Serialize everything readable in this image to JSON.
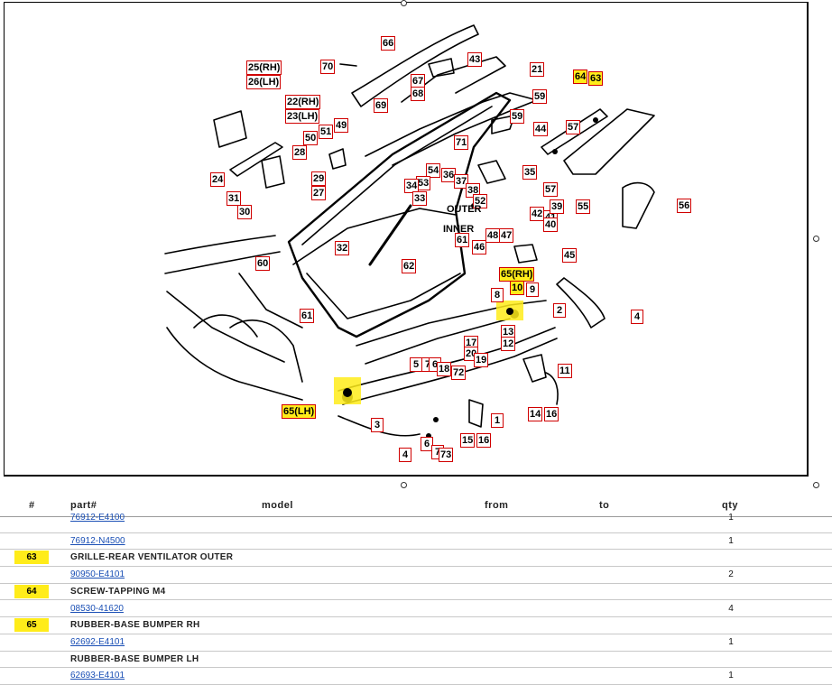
{
  "diagram": {
    "callouts": [
      {
        "t": "66"
      },
      {
        "t": "70"
      },
      {
        "t": "43"
      },
      {
        "t": "21"
      },
      {
        "t": "67"
      },
      {
        "t": "68"
      },
      {
        "t": "69"
      },
      {
        "t": "25(RH)"
      },
      {
        "t": "26(LH)"
      },
      {
        "t": "22(RH)"
      },
      {
        "t": "23(LH)"
      },
      {
        "t": "51"
      },
      {
        "t": "49"
      },
      {
        "t": "50"
      },
      {
        "t": "59"
      },
      {
        "t": "59"
      },
      {
        "t": "44"
      },
      {
        "t": "71"
      },
      {
        "t": "28"
      },
      {
        "t": "29"
      },
      {
        "t": "24"
      },
      {
        "t": "27"
      },
      {
        "t": "31"
      },
      {
        "t": "30"
      },
      {
        "t": "54"
      },
      {
        "t": "53"
      },
      {
        "t": "34"
      },
      {
        "t": "33"
      },
      {
        "t": "36"
      },
      {
        "t": "37"
      },
      {
        "t": "38"
      },
      {
        "t": "35"
      },
      {
        "t": "52"
      },
      {
        "t": "OUTER"
      },
      {
        "t": "42"
      },
      {
        "t": "41"
      },
      {
        "t": "40"
      },
      {
        "t": "39"
      },
      {
        "t": "57"
      },
      {
        "t": "57"
      },
      {
        "t": "55"
      },
      {
        "t": "56"
      },
      {
        "t": "64",
        "hl": true
      },
      {
        "t": "63",
        "hl": true
      },
      {
        "t": "INNER"
      },
      {
        "t": "61"
      },
      {
        "t": "48"
      },
      {
        "t": "47"
      },
      {
        "t": "46"
      },
      {
        "t": "45"
      },
      {
        "t": "32"
      },
      {
        "t": "62"
      },
      {
        "t": "60"
      },
      {
        "t": "65(RH)",
        "hl": true
      },
      {
        "t": "10",
        "hl": true
      },
      {
        "t": "8"
      },
      {
        "t": "9"
      },
      {
        "t": "2"
      },
      {
        "t": "4"
      },
      {
        "t": "61"
      },
      {
        "t": "13"
      },
      {
        "t": "12"
      },
      {
        "t": "17"
      },
      {
        "t": "20"
      },
      {
        "t": "19"
      },
      {
        "t": "11"
      },
      {
        "t": "5"
      },
      {
        "t": "7"
      },
      {
        "t": "6"
      },
      {
        "t": "18"
      },
      {
        "t": "72"
      },
      {
        "t": "65(LH)",
        "hl": true
      },
      {
        "t": "3"
      },
      {
        "t": "1"
      },
      {
        "t": "14"
      },
      {
        "t": "16"
      },
      {
        "t": "15"
      },
      {
        "t": "16"
      },
      {
        "t": "4"
      },
      {
        "t": "6"
      },
      {
        "t": "7"
      },
      {
        "t": "73"
      }
    ]
  },
  "table": {
    "headers": {
      "num": "#",
      "part": "part#",
      "model": "model",
      "from": "from",
      "to": "to",
      "qty": "qty"
    },
    "rows": [
      {
        "part": "76912-E4100",
        "qty": "1",
        "link": true,
        "cut": true
      },
      {
        "part": "76912-N4500",
        "qty": "1",
        "link": true
      },
      {
        "num": "63",
        "desc": "GRILLE-REAR VENTILATOR OUTER"
      },
      {
        "part": "90950-E4101",
        "qty": "2",
        "link": true
      },
      {
        "num": "64",
        "desc": "SCREW-TAPPING M4"
      },
      {
        "part": "08530-41620",
        "qty": "4",
        "link": true
      },
      {
        "num": "65",
        "desc": "RUBBER-BASE BUMPER RH"
      },
      {
        "part": "62692-E4101",
        "qty": "1",
        "link": true
      },
      {
        "desc": "RUBBER-BASE BUMPER LH"
      },
      {
        "part": "62693-E4101",
        "qty": "1",
        "link": true
      }
    ]
  },
  "colors": {
    "highlight": "#ffec1a",
    "callout_border": "#d00000",
    "link": "#1a4fb5"
  }
}
